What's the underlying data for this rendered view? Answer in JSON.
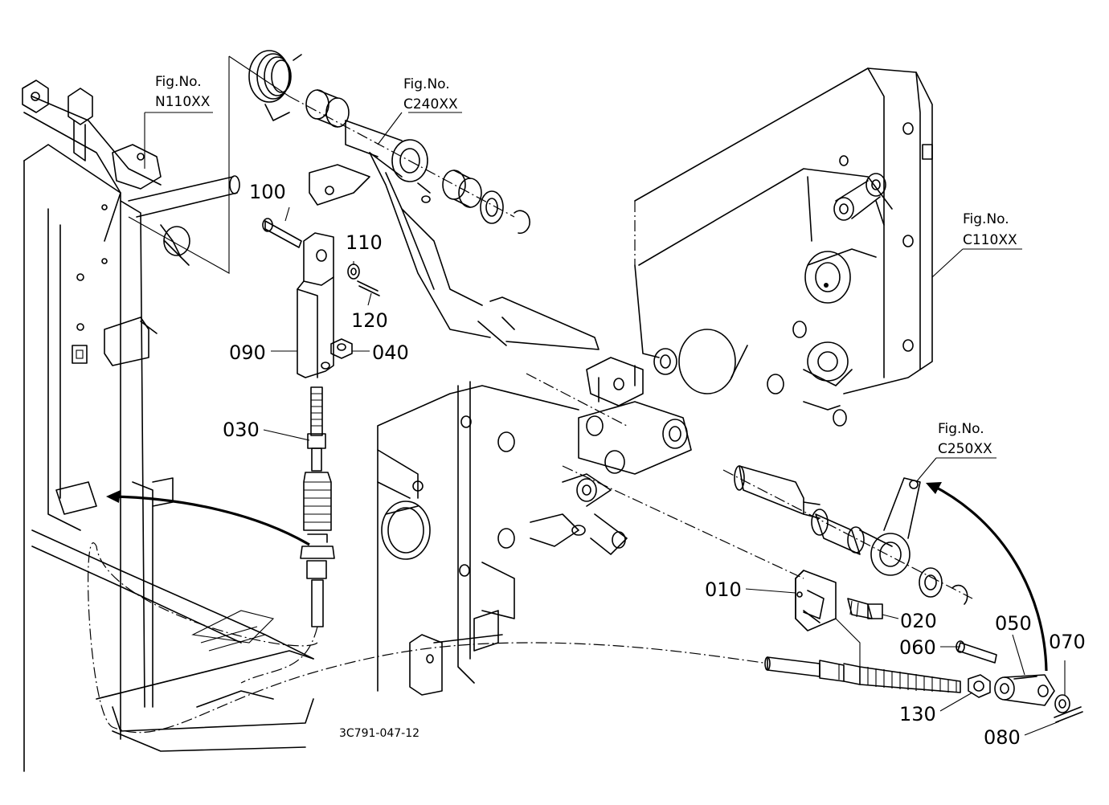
{
  "figure_refs": [
    {
      "id": "n110",
      "label": "Fig.No.",
      "code": "N110XX"
    },
    {
      "id": "c240",
      "label": "Fig.No.",
      "code": "C240XX"
    },
    {
      "id": "c110",
      "label": "Fig.No.",
      "code": "C110XX"
    },
    {
      "id": "c250",
      "label": "Fig.No.",
      "code": "C250XX"
    }
  ],
  "parts": {
    "p010": "010",
    "p020": "020",
    "p030": "030",
    "p040": "040",
    "p050": "050",
    "p060": "060",
    "p070": "070",
    "p080": "080",
    "p090": "090",
    "p100": "100",
    "p110": "110",
    "p120": "120",
    "p130": "130"
  },
  "drawing_code": "3C791-047-12"
}
